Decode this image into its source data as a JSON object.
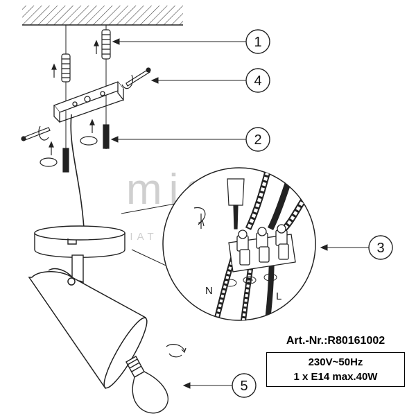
{
  "callouts": [
    {
      "number": "1",
      "part": "wall-plug"
    },
    {
      "number": "4",
      "part": "screw"
    },
    {
      "number": "2",
      "part": "mounting-screw"
    },
    {
      "number": "3",
      "part": "terminal-block"
    },
    {
      "number": "5",
      "part": "bulb"
    }
  ],
  "wires": {
    "neutral": "N",
    "live": "L"
  },
  "watermark": {
    "logo": "miamo",
    "tagline": "ŚWIAT LAMP I WNĘTRZA"
  },
  "product": {
    "art_nr": "Art.-Nr.:R80161002",
    "voltage": "230V~50Hz",
    "bulb_spec": "1 x E14 max.40W"
  },
  "colors": {
    "line": "#222222",
    "fill": "#ffffff",
    "watermark": "#cfcfcf"
  }
}
